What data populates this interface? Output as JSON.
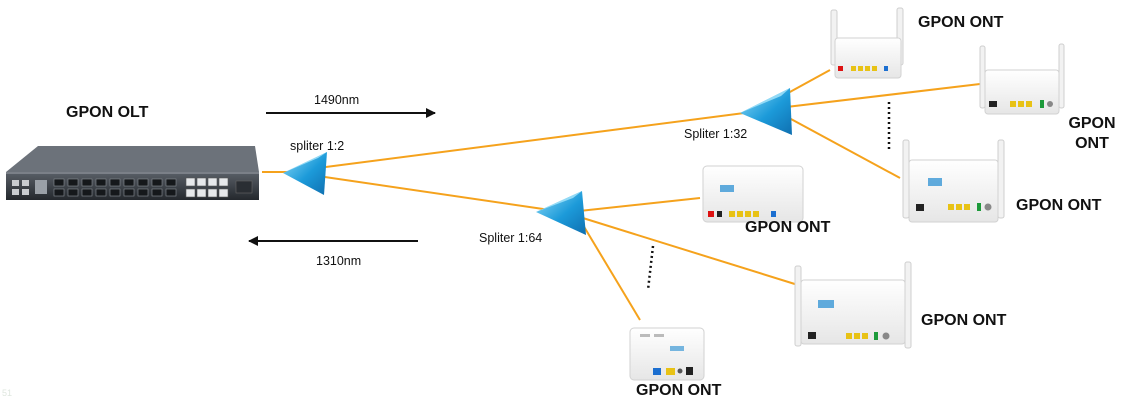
{
  "labels": {
    "olt": "GPON OLT",
    "downstream_wavelength": "1490nm",
    "upstream_wavelength": "1310nm",
    "splitter_main": "spliter 1:2",
    "splitter_top": "Spliter 1:32",
    "splitter_bottom": "Spliter 1:64",
    "ont_top": "GPON ONT",
    "ont_top_right": "GPON ONT",
    "ont_right_middle": "GPON ONT",
    "ont_center": "GPON ONT",
    "ont_bottom_right": "GPON ONT",
    "ont_bottom": "GPON ONT",
    "watermark": "51"
  },
  "colors": {
    "fiber": "#f5a21c",
    "splitter_fill": "#1c8fd6",
    "splitter_light": "#7fd3f5",
    "device_body": "#f4f4f4",
    "olt_body": "#3a3f46"
  }
}
